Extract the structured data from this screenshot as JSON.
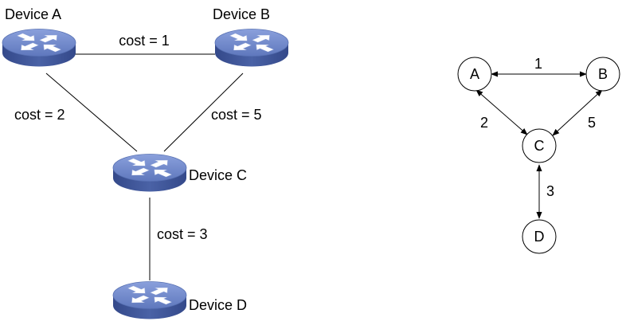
{
  "physical_topology": {
    "devices": [
      {
        "id": "A",
        "label": "Device A"
      },
      {
        "id": "B",
        "label": "Device B"
      },
      {
        "id": "C",
        "label": "Device C"
      },
      {
        "id": "D",
        "label": "Device D"
      }
    ],
    "links": [
      {
        "from": "A",
        "to": "B",
        "label": "cost = 1"
      },
      {
        "from": "A",
        "to": "C",
        "label": "cost = 2"
      },
      {
        "from": "B",
        "to": "C",
        "label": "cost = 5"
      },
      {
        "from": "C",
        "to": "D",
        "label": "cost = 3"
      }
    ]
  },
  "logical_graph": {
    "nodes": [
      {
        "id": "A",
        "label": "A"
      },
      {
        "id": "B",
        "label": "B"
      },
      {
        "id": "C",
        "label": "C"
      },
      {
        "id": "D",
        "label": "D"
      }
    ],
    "edges": [
      {
        "from": "A",
        "to": "B",
        "label": "1"
      },
      {
        "from": "A",
        "to": "C",
        "label": "2"
      },
      {
        "from": "B",
        "to": "C",
        "label": "5"
      },
      {
        "from": "C",
        "to": "D",
        "label": "3"
      }
    ]
  },
  "colors": {
    "router_top": "#6f86c6",
    "router_side": "#3e5596",
    "router_arrow": "#ffffff",
    "line": "#000000"
  },
  "icons": {
    "router": "router-icon"
  }
}
